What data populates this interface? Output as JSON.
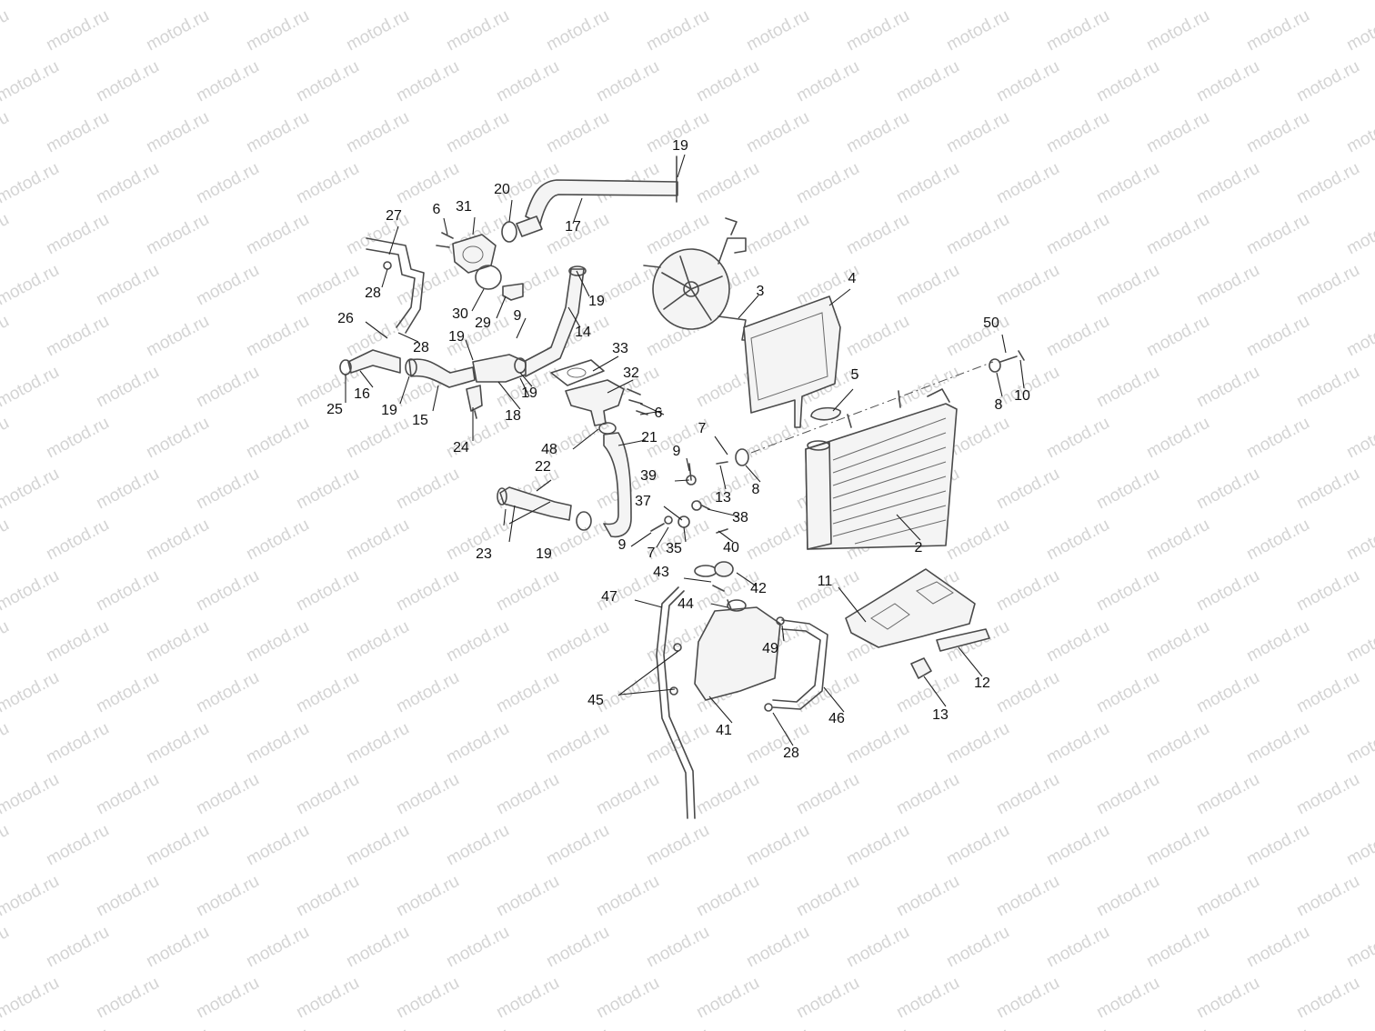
{
  "watermark": "motod.ru",
  "callouts": [
    "19",
    "20",
    "17",
    "27",
    "6",
    "31",
    "28",
    "30",
    "29",
    "19",
    "9",
    "14",
    "26",
    "28",
    "19",
    "33",
    "3",
    "4",
    "50",
    "25",
    "16",
    "19",
    "15",
    "18",
    "19",
    "32",
    "24",
    "6",
    "5",
    "8",
    "10",
    "48",
    "21",
    "7",
    "9",
    "39",
    "22",
    "13",
    "8",
    "37",
    "38",
    "23",
    "19",
    "9",
    "7",
    "35",
    "40",
    "2",
    "43",
    "42",
    "47",
    "44",
    "11",
    "49",
    "12",
    "45",
    "41",
    "46",
    "13",
    "28"
  ],
  "colors": {
    "line": "#4a4a4a",
    "text": "#111111",
    "watermark": "#d4d4d4"
  }
}
